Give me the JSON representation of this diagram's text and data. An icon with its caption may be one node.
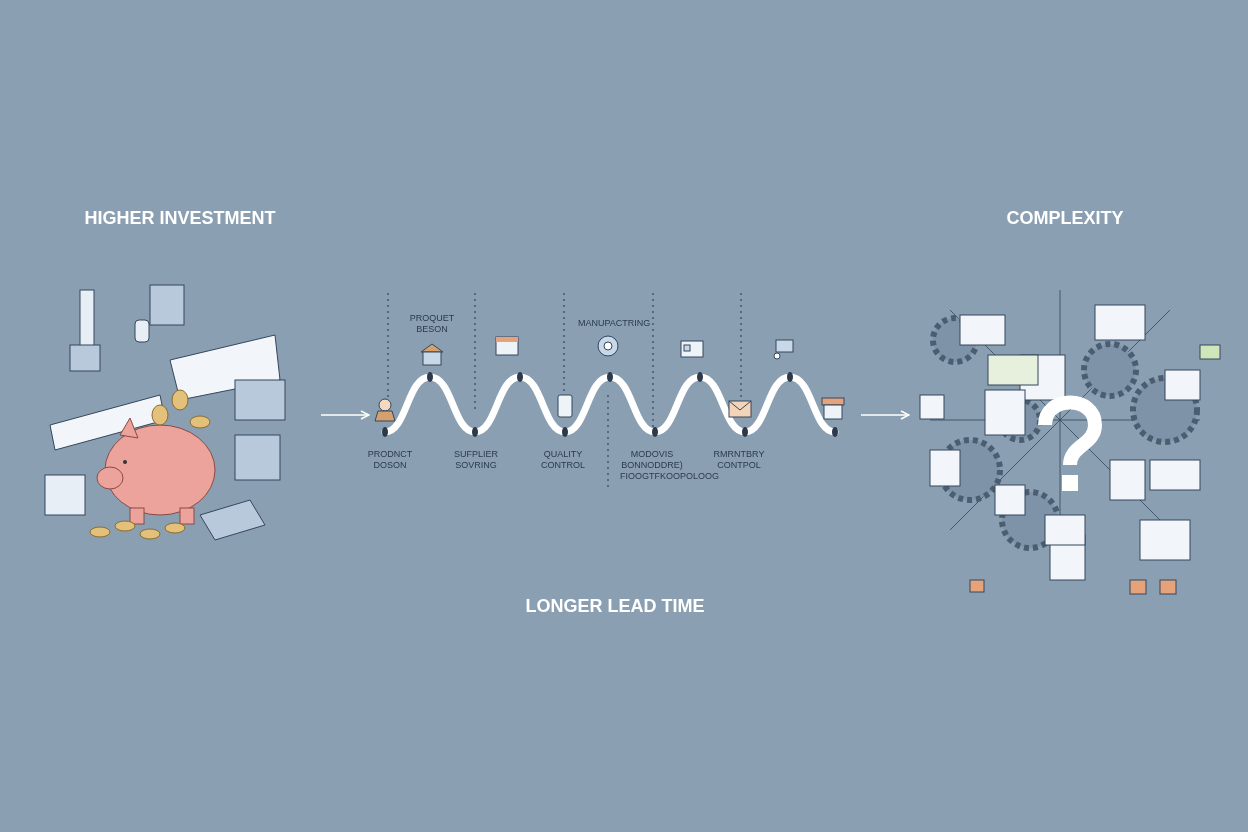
{
  "diagram": {
    "nodes": [
      {
        "text": [
          "HIGHER INVESTMENT"
        ]
      },
      {
        "text": [
          "LONGER LEAD TIME"
        ]
      },
      {
        "text": [
          "COMPLEXITY"
        ]
      }
    ],
    "edges": [
      {
        "from": 0,
        "to": 1,
        "arrow": "to"
      },
      {
        "from": 1,
        "to": 2,
        "arrow": "to"
      }
    ],
    "labels": [
      "PROQUET BESON",
      "MANUPACTRING",
      "PRODNCT DOSON",
      "SUFPLIER SOVRING",
      "QUALITY CONTROL",
      "MODOVIS BONNODDRE)",
      "RMRNTBRY CONTPOL",
      "FIOOGTFKOOPOLOOG"
    ]
  }
}
